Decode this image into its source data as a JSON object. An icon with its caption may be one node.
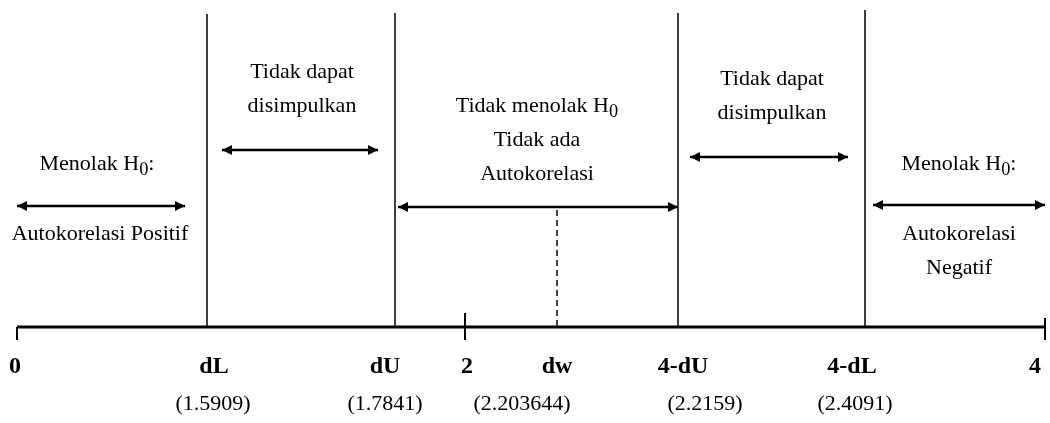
{
  "diagram": {
    "labels": [
      "Menolak H$_{0}$:",
      "Autokorelasi Positif",
      "Tidak dapat disimpulkan",
      "Tidak menolak H$_{0}$",
      "Tidak ada Autokorelasi",
      "Tidak dapat disimpulkan",
      "Menolak H$_{0}$:",
      "Autokorelasi Negatif",
      "0",
      "dL",
      "dU",
      "2",
      "dw",
      "4-dU",
      "4-dL",
      "4",
      "(1.5909)",
      "(1.7841)",
      "(2.203644)",
      "(2.2159)",
      "(2.4091)"
    ]
  }
}
